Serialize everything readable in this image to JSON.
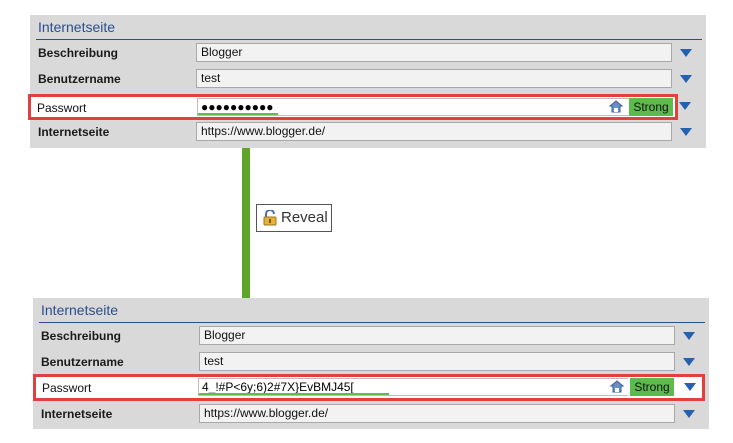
{
  "top": {
    "section_title": "Internetseite",
    "rows": [
      {
        "label": "Beschreibung",
        "value": "Blogger"
      },
      {
        "label": "Benutzername",
        "value": "test"
      },
      {
        "label": "Passwort",
        "value": "●●●●●●●●●●",
        "strength": "Strong"
      },
      {
        "label": "Internetseite",
        "value": "https://www.blogger.de/"
      }
    ]
  },
  "reveal": {
    "label": "Reveal"
  },
  "bottom": {
    "section_title": "Internetseite",
    "rows": [
      {
        "label": "Beschreibung",
        "value": "Blogger"
      },
      {
        "label": "Benutzername",
        "value": "test"
      },
      {
        "label": "Passwort",
        "value": "4_!#P<6y;6)2#7X}EvBMJ45[",
        "strength": "Strong"
      },
      {
        "label": "Internetseite",
        "value": "https://www.blogger.de/"
      }
    ]
  },
  "colors": {
    "highlight_border": "#e0403f",
    "strength_green": "#5dbb4e",
    "arrow_green": "#5fa52a",
    "section_blue": "#2b4e8c",
    "dropdown_blue": "#2461b0"
  },
  "icons": [
    "generate-password-icon",
    "chevron-down-icon",
    "lock-open-icon"
  ]
}
